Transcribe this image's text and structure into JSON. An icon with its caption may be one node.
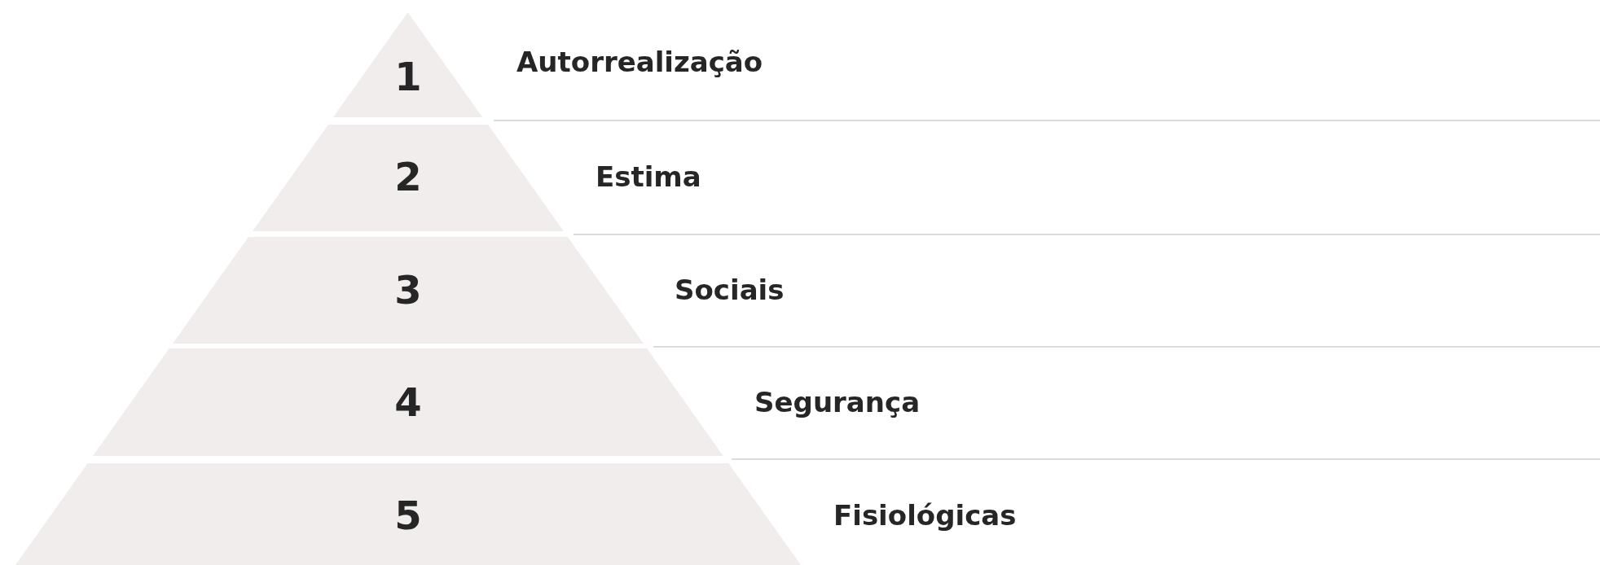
{
  "diagram": {
    "nodes": [
      {
        "text": [
          "1"
        ],
        "beside": [
          "Autorrealização"
        ]
      },
      {
        "text": [
          "2"
        ],
        "beside": [
          "Estima"
        ]
      },
      {
        "text": [
          "3"
        ],
        "beside": [
          "Sociais"
        ]
      },
      {
        "text": [
          "4"
        ],
        "beside": [
          "Segurança"
        ]
      },
      {
        "text": [
          "5"
        ],
        "beside": [
          "Fisiológicas"
        ]
      }
    ],
    "edges": []
  }
}
